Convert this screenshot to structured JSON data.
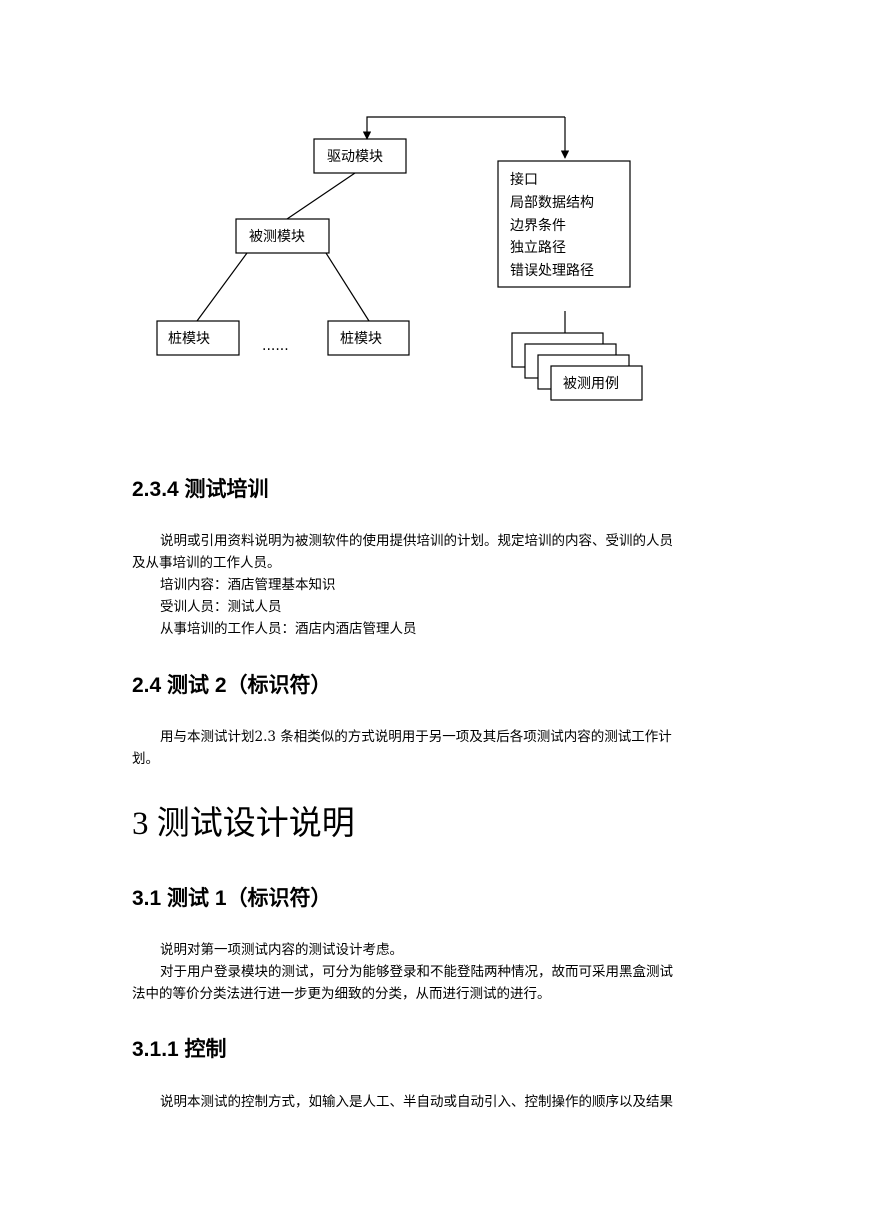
{
  "diagram": {
    "driver": "驱动模块",
    "under_test": "被测模块",
    "stub_left": "桩模块",
    "stub_right": "桩模块",
    "ellipsis": "......",
    "checklist": [
      "接口",
      "局部数据结构",
      "边界条件",
      "独立路径",
      "错误处理路径"
    ],
    "test_cases": "被测用例"
  },
  "s234": {
    "heading": "2.3.4 测试培训",
    "p1_l1": "说明或引用资料说明为被测软件的使用提供培训的计划。规定培训的内容、受训的人员",
    "p1_l2": "及从事培训的工作人员。",
    "items": [
      "培训内容：酒店管理基本知识",
      "受训人员：测试人员",
      "从事培训的工作人员：酒店内酒店管理人员"
    ]
  },
  "s24": {
    "heading": "2.4 测试 2（标识符）",
    "p_l1": "用与本测试计划2.3 条相类似的方式说明用于另一项及其后各项测试内容的测试工作计",
    "p_l2": "划。"
  },
  "s3": {
    "heading": "3 测试设计说明"
  },
  "s31": {
    "heading": "3.1 测试 1（标识符）",
    "p1": "说明对第一项测试内容的测试设计考虑。",
    "p2_l1": "对于用户登录模块的测试，可分为能够登录和不能登陆两种情况，故而可采用黑盒测试",
    "p2_l2": "法中的等价分类法进行进一步更为细致的分类，从而进行测试的进行。"
  },
  "s311": {
    "heading": "3.1.1 控制",
    "p_l1": "说明本测试的控制方式，如输入是人工、半自动或自动引入、控制操作的顺序以及结果"
  }
}
